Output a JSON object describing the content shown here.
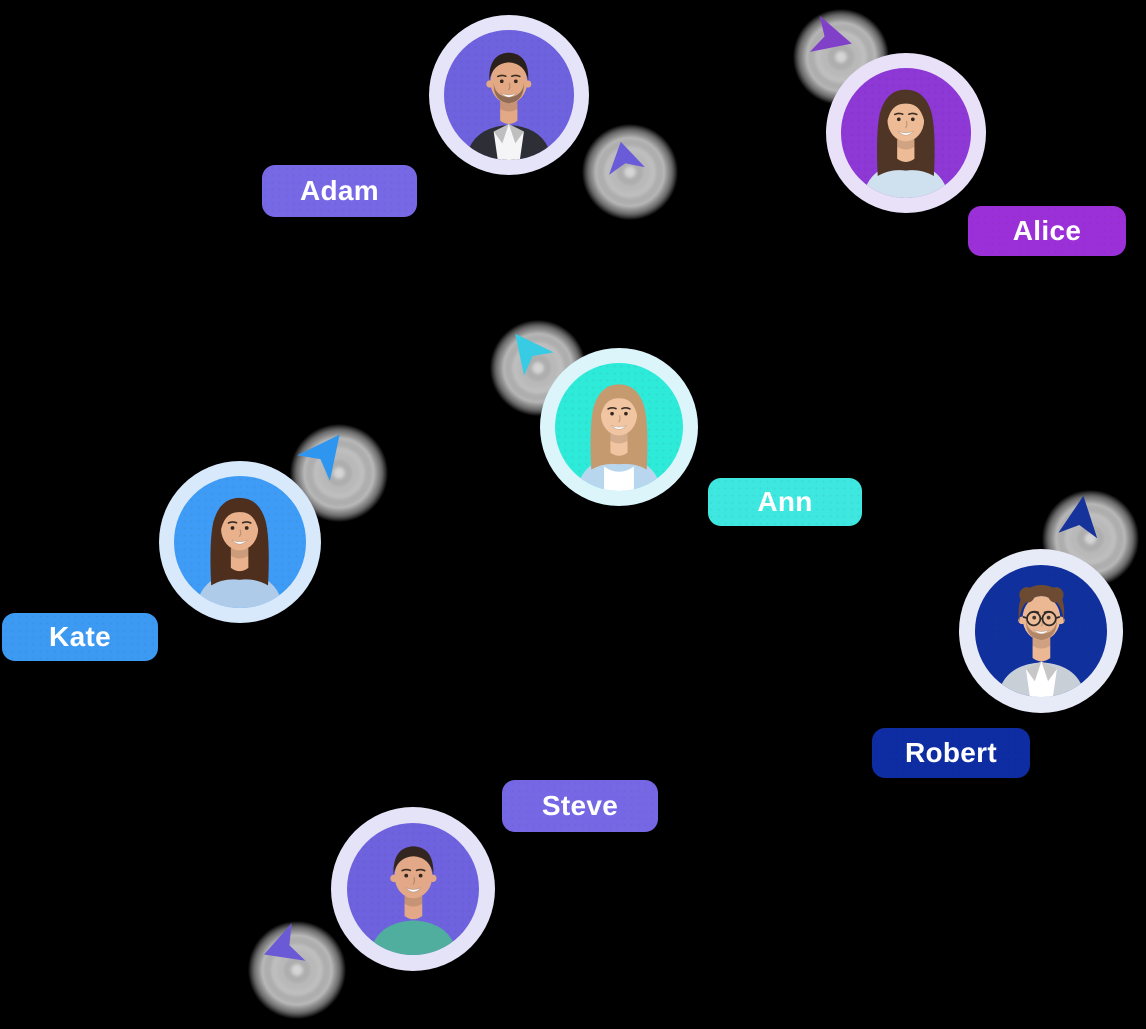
{
  "scene": {
    "kind": "collaborative-cursors-illustration",
    "background_color": "#000000",
    "cursor_blob_color": "#c3c3c3"
  },
  "members": [
    {
      "name": "Adam",
      "label_color": "#7768e5",
      "cursor_color": "#6a5bd9",
      "avatar": {
        "bg": "#6f62df",
        "ring": "#e6e4f8",
        "skin": "#e3a884",
        "hair": "#2b211c",
        "shirt": "#2e2f36",
        "undershirt": "#f5f5f7",
        "variant": "male",
        "beard": true,
        "glasses": false
      }
    },
    {
      "name": "Alice",
      "label_color": "#9b30d8",
      "cursor_color": "#8040c8",
      "avatar": {
        "bg": "#8e38d6",
        "ring": "#e9e1f8",
        "skin": "#edbb95",
        "hair": "#4f3526",
        "shirt": "#cfe0ee",
        "undershirt": "",
        "variant": "female",
        "beard": false,
        "glasses": false
      }
    },
    {
      "name": "Ann",
      "label_color": "#3ee8e0",
      "cursor_color": "#38cbe4",
      "avatar": {
        "bg": "#2eead9",
        "ring": "#dcf5fb",
        "skin": "#f2c5a2",
        "hair": "#c59a6e",
        "shirt": "#b9d6ef",
        "undershirt": "#ffffff",
        "variant": "female",
        "beard": false,
        "glasses": false
      }
    },
    {
      "name": "Kate",
      "label_color": "#3d9af3",
      "cursor_color": "#2f96f0",
      "avatar": {
        "bg": "#3f9cf6",
        "ring": "#d8e9fc",
        "skin": "#eab28c",
        "hair": "#4e2f1e",
        "shirt": "#aecbea",
        "undershirt": "",
        "variant": "female",
        "beard": false,
        "glasses": false
      }
    },
    {
      "name": "Robert",
      "label_color": "#0e2da3",
      "cursor_color": "#16329b",
      "avatar": {
        "bg": "#10309e",
        "ring": "#e7eaf7",
        "skin": "#ecb893",
        "hair": "#6d4b33",
        "shirt": "#c9cfd6",
        "undershirt": "#ffffff",
        "variant": "male",
        "beard": true,
        "glasses": true
      }
    },
    {
      "name": "Steve",
      "label_color": "#7668e4",
      "cursor_color": "#6b5ad6",
      "avatar": {
        "bg": "#6f62df",
        "ring": "#e5e3f7",
        "skin": "#e2a887",
        "hair": "#332620",
        "shirt": "#4fae9d",
        "undershirt": "",
        "variant": "male",
        "beard": false,
        "glasses": false
      }
    }
  ]
}
